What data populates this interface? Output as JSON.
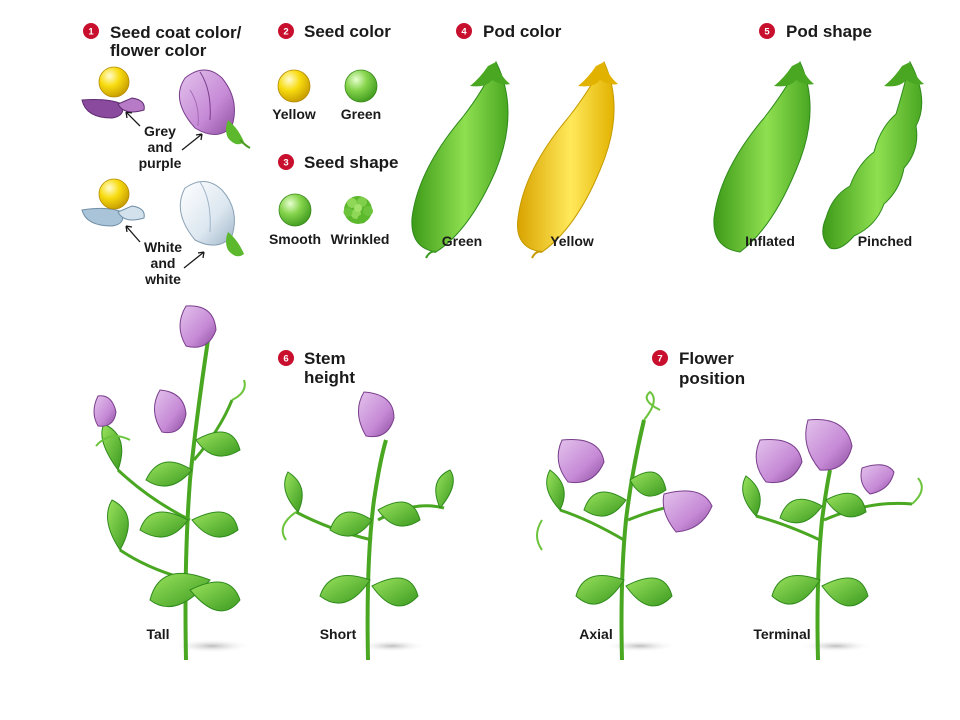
{
  "traits": [
    {
      "number": "1",
      "title_lines": [
        "Seed coat color/",
        "flower color"
      ],
      "variants": [
        "Grey and purple",
        "White and white"
      ],
      "variant_lines": [
        [
          "Grey",
          "and",
          "purple"
        ],
        [
          "White",
          "and",
          "white"
        ]
      ]
    },
    {
      "number": "2",
      "title_lines": [
        "Seed color"
      ],
      "variants": [
        "Yellow",
        "Green"
      ]
    },
    {
      "number": "3",
      "title_lines": [
        "Seed shape"
      ],
      "variants": [
        "Smooth",
        "Wrinkled"
      ]
    },
    {
      "number": "4",
      "title_lines": [
        "Pod color"
      ],
      "variants": [
        "Green",
        "Yellow"
      ]
    },
    {
      "number": "5",
      "title_lines": [
        "Pod shape"
      ],
      "variants": [
        "Inflated",
        "Pinched"
      ]
    },
    {
      "number": "6",
      "title_lines": [
        "Stem",
        "height"
      ],
      "variants": [
        "Tall",
        "Short"
      ]
    },
    {
      "number": "7",
      "title_lines": [
        "Flower",
        "position"
      ],
      "variants": [
        "Axial",
        "Terminal"
      ]
    }
  ],
  "colors": {
    "badge": "#c8102e",
    "leaf": "#6cc43c",
    "leaf_dark": "#2f8a1c",
    "flower": "#c98fd6",
    "flower_dark": "#7a3e8c",
    "seed_yellow": "#f5d000",
    "pod_yellow": "#f2c300",
    "white_flower": "#dfe9f2"
  }
}
